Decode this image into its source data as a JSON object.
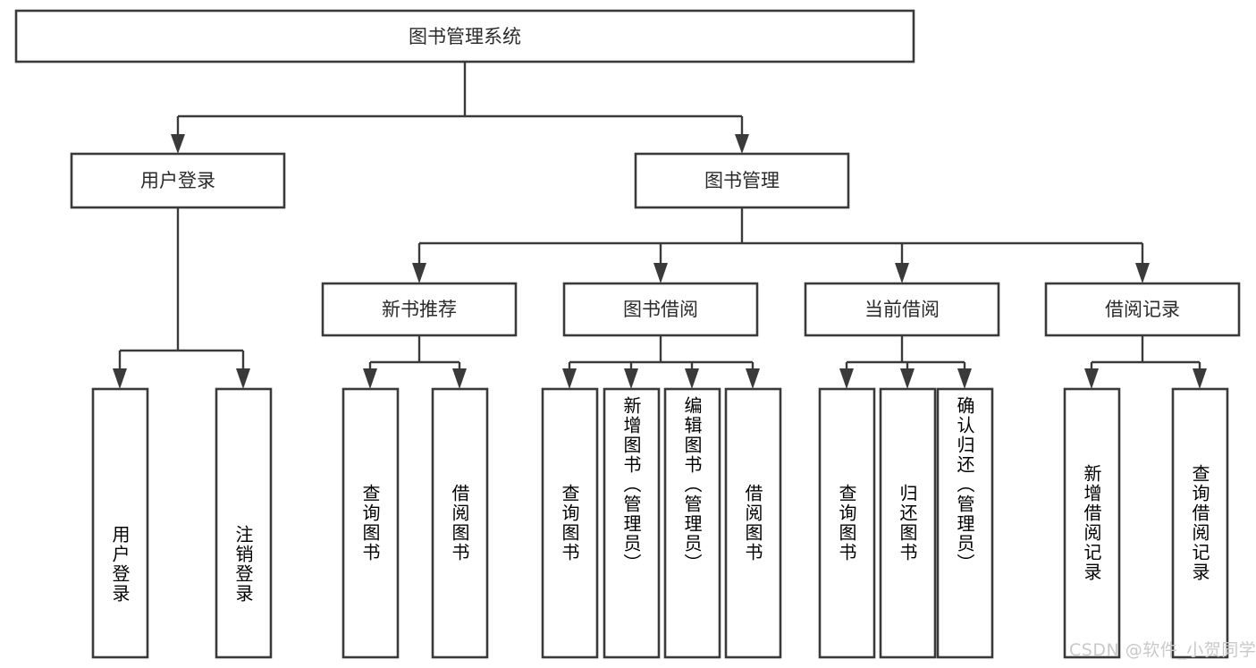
{
  "diagram": {
    "title": "图书管理系统",
    "type": "tree-hierarchy-chart",
    "root": {
      "id": "root",
      "label": "图书管理系统"
    },
    "level1": [
      {
        "id": "user-login",
        "label": "用户登录"
      },
      {
        "id": "book-manage",
        "label": "图书管理"
      }
    ],
    "level2": [
      {
        "id": "new-book-rec",
        "label": "新书推荐",
        "parent": "book-manage"
      },
      {
        "id": "book-borrow",
        "label": "图书借阅",
        "parent": "book-manage"
      },
      {
        "id": "current-borrow",
        "label": "当前借阅",
        "parent": "book-manage"
      },
      {
        "id": "borrow-record",
        "label": "借阅记录",
        "parent": "book-manage"
      }
    ],
    "leaves": [
      {
        "id": "leaf-user-login",
        "label": "用户登录",
        "parent": "user-login",
        "align": "bottom"
      },
      {
        "id": "leaf-logout-login",
        "label": "注销登录",
        "parent": "user-login",
        "align": "bottom"
      },
      {
        "id": "leaf-query-book-1",
        "label": "查询图书",
        "parent": "new-book-rec",
        "align": "center"
      },
      {
        "id": "leaf-borrow-book-1",
        "label": "借阅图书",
        "parent": "new-book-rec",
        "align": "center"
      },
      {
        "id": "leaf-query-book-2",
        "label": "查询图书",
        "parent": "book-borrow",
        "align": "center"
      },
      {
        "id": "leaf-add-book",
        "label": "新增图书（管理员）",
        "parent": "book-borrow",
        "align": "top"
      },
      {
        "id": "leaf-edit-book",
        "label": "编辑图书（管理员）",
        "parent": "book-borrow",
        "align": "top"
      },
      {
        "id": "leaf-borrow-book-2",
        "label": "借阅图书",
        "parent": "book-borrow",
        "align": "center"
      },
      {
        "id": "leaf-query-book-3",
        "label": "查询图书",
        "parent": "current-borrow",
        "align": "center"
      },
      {
        "id": "leaf-return-book",
        "label": "归还图书",
        "parent": "current-borrow",
        "align": "center"
      },
      {
        "id": "leaf-confirm-return",
        "label": "确认归还（管理员）",
        "parent": "current-borrow",
        "align": "top"
      },
      {
        "id": "leaf-add-record",
        "label": "新增借阅记录",
        "parent": "borrow-record",
        "align": "center"
      },
      {
        "id": "leaf-query-record",
        "label": "查询借阅记录",
        "parent": "borrow-record",
        "align": "center"
      }
    ],
    "colors": {
      "box_stroke": "#3a3a3a",
      "box_fill": "#ffffff",
      "connector": "#3a3a3a",
      "text": "#2b2b2b",
      "background": "#ffffff",
      "watermark": "#c9c9c9"
    }
  },
  "watermark": {
    "label": "CSDN @软件_小贺同学"
  }
}
